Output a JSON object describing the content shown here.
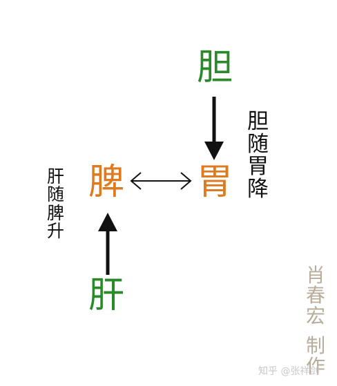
{
  "organs": {
    "gallbladder": {
      "label": "胆",
      "color": "#2a8a2a"
    },
    "stomach": {
      "label": "胃",
      "color": "#e07a1f"
    },
    "spleen": {
      "label": "脾",
      "color": "#e07a1f"
    },
    "liver": {
      "label": "肝",
      "color": "#2a8a2a"
    }
  },
  "relations": {
    "left": "肝随脾升",
    "right": "胆随胃降"
  },
  "credit": {
    "name": "肖春宏",
    "role": "制作"
  },
  "watermark": "知乎 @张祥剑"
}
